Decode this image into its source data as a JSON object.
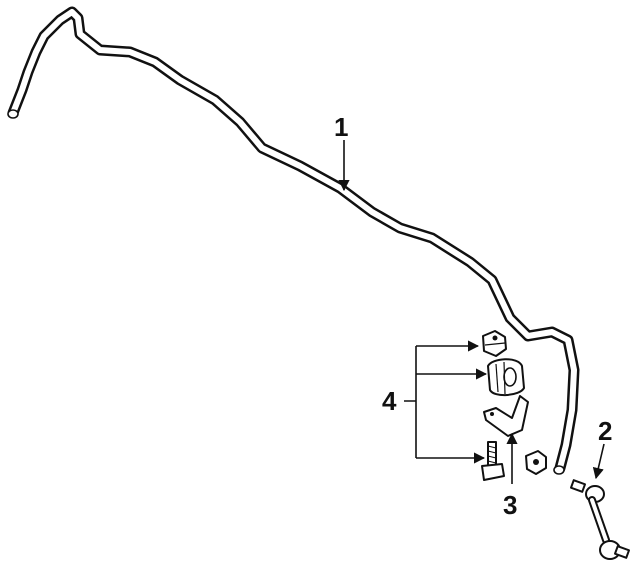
{
  "callouts": {
    "stabilizer_bar": "1",
    "link": "2",
    "bracket": "3",
    "mounting_hardware": "4"
  },
  "colors": {
    "line": "#111111",
    "background": "#ffffff"
  }
}
